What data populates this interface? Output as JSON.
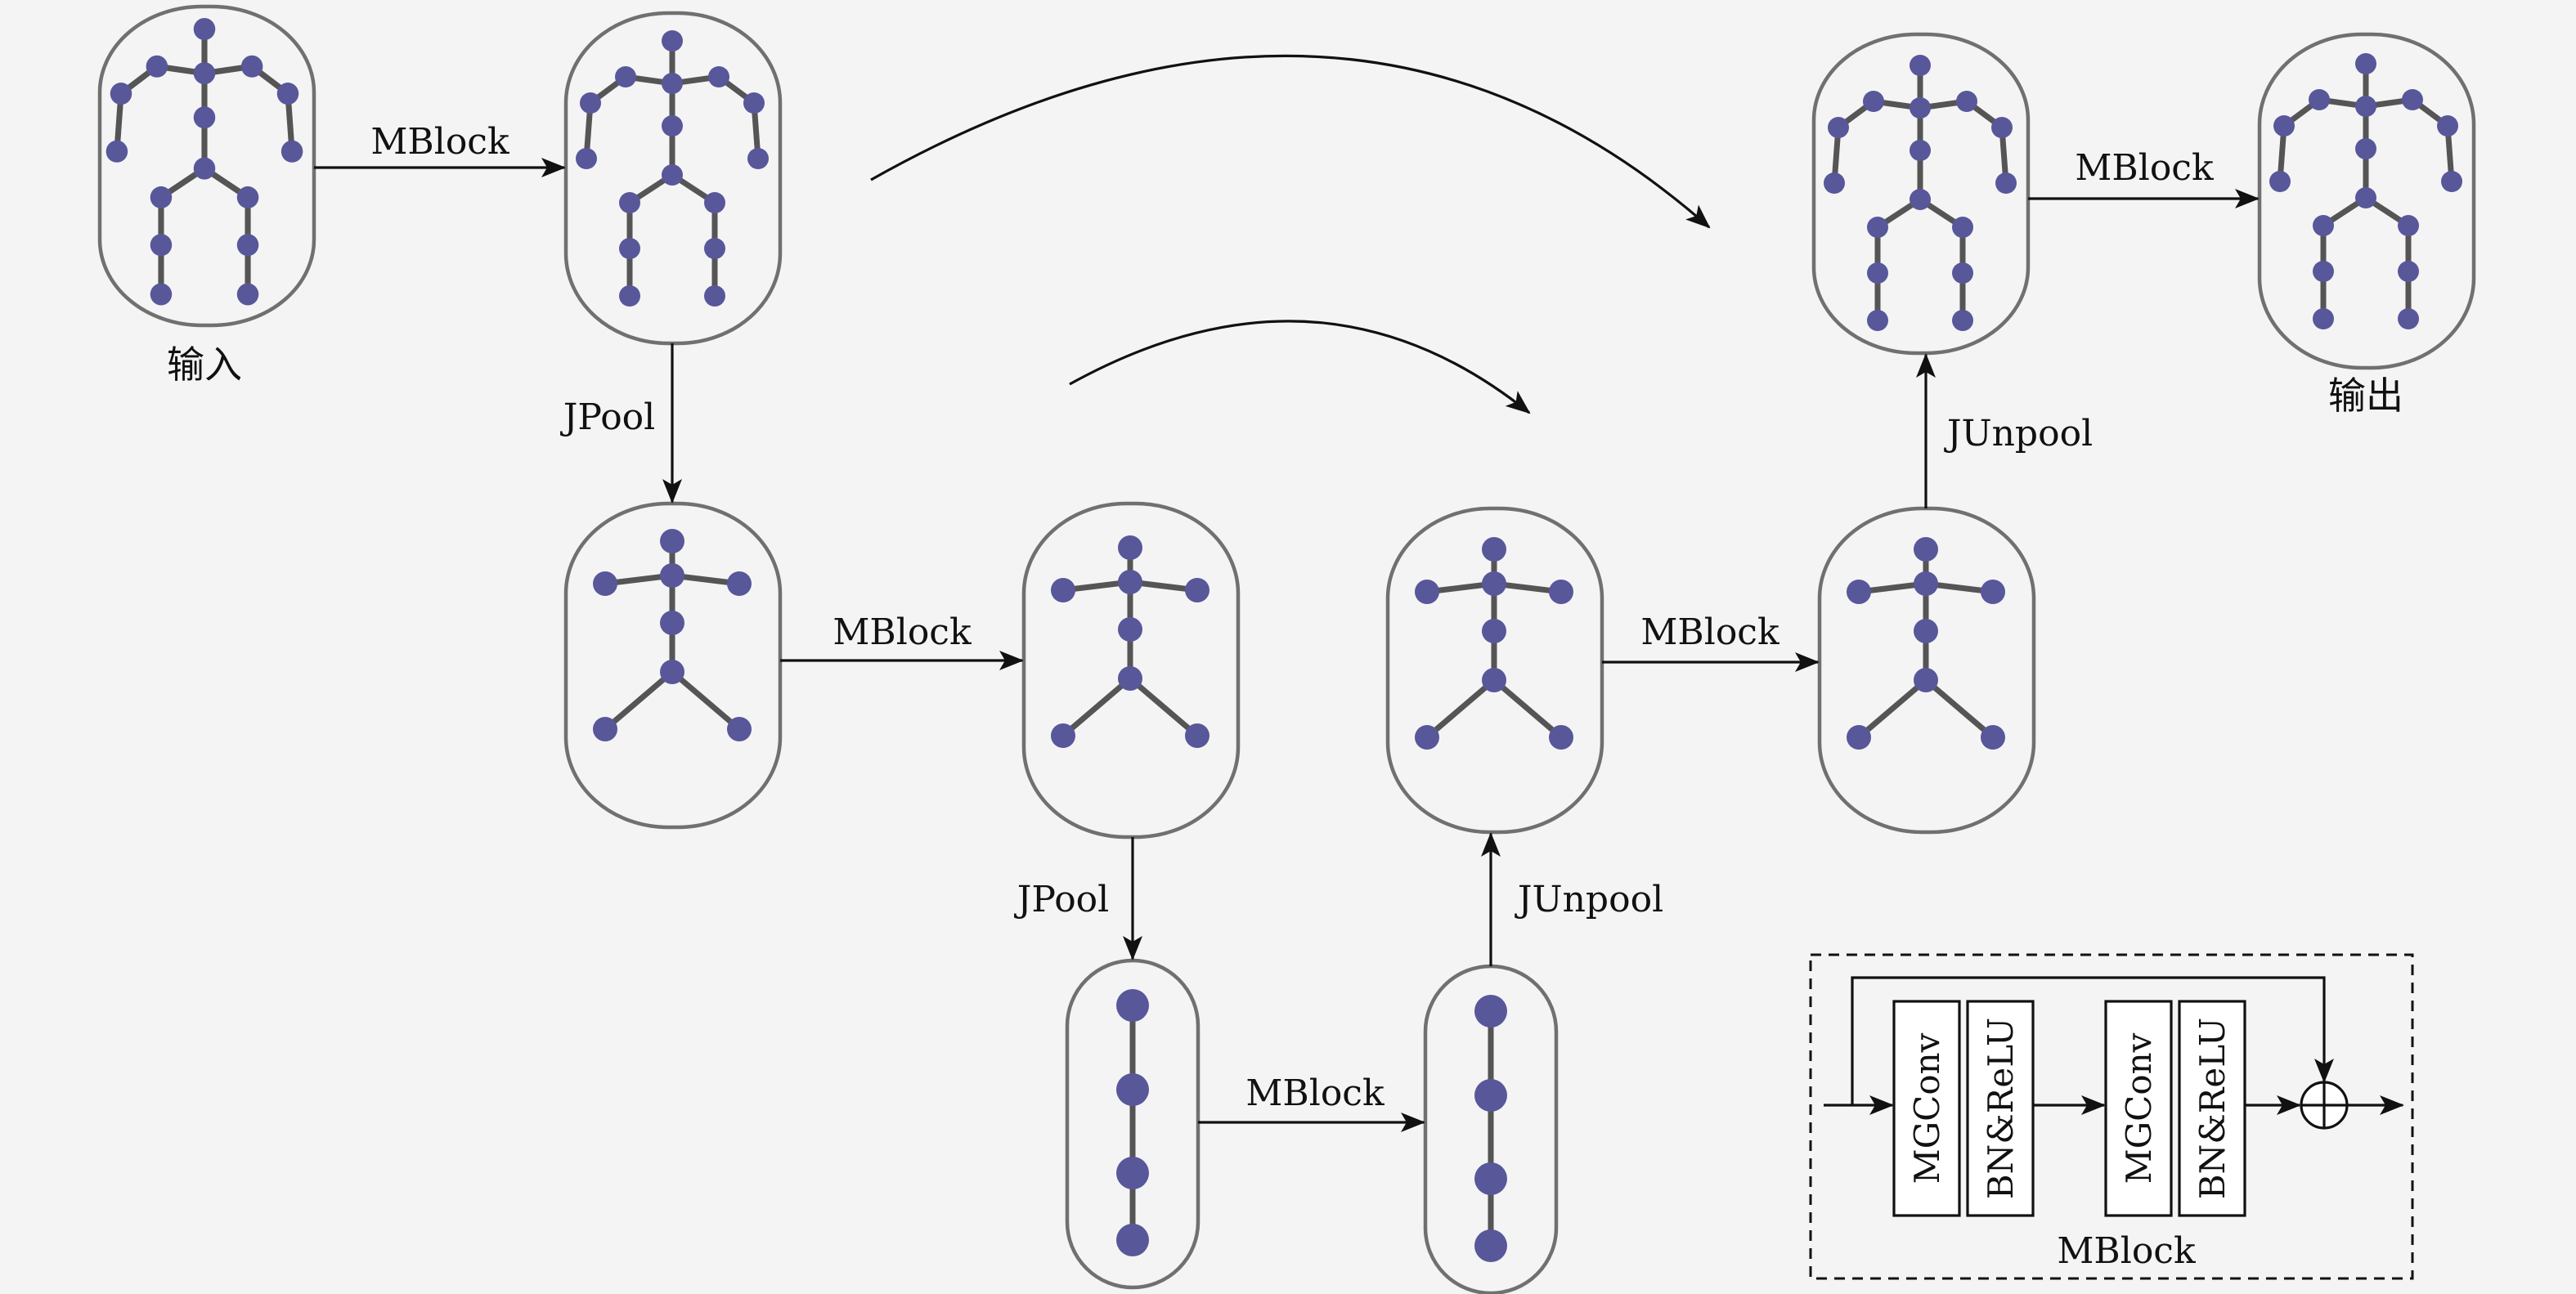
{
  "labels": {
    "input": "输入",
    "output": "输出",
    "mblock": "MBlock",
    "jpool": "JPool",
    "junpool": "JUnpool"
  },
  "legend": {
    "title": "MBlock",
    "conv": "MGConv",
    "bn": "BN&ReLU"
  },
  "colors": {
    "joint": "#58579a",
    "bone": "#555555",
    "capsule_stroke": "#707070",
    "background": "#f4f4f4"
  }
}
